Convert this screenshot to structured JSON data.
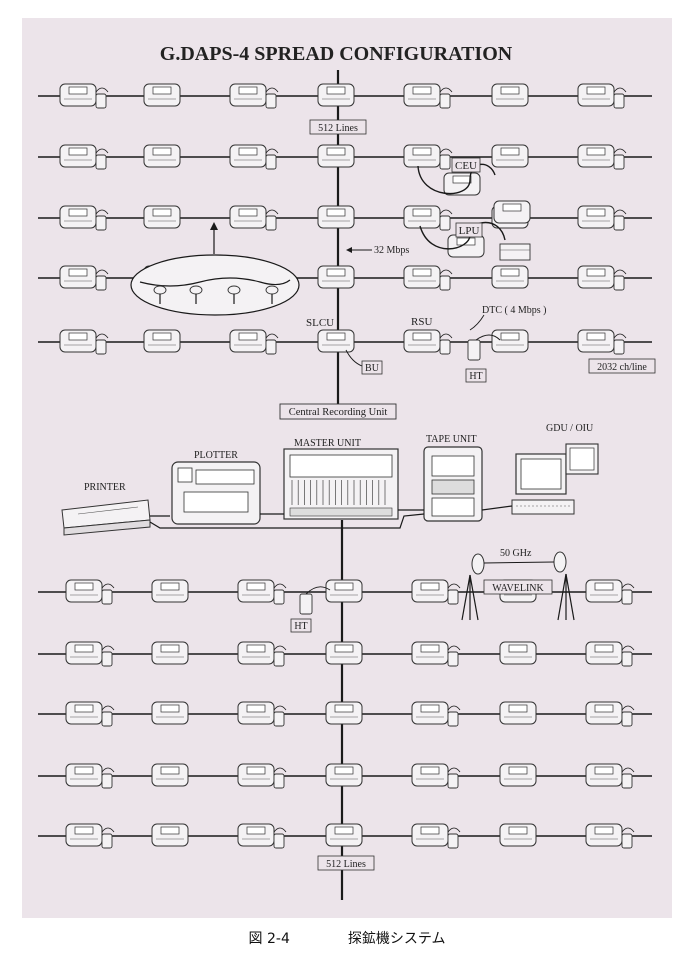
{
  "title": "G.DAPS-4  SPREAD CONFIGURATION",
  "labels": {
    "lines_top": "512 Lines",
    "lines_bottom": "512 Lines",
    "ceu": "CEU",
    "lpu": "LPU",
    "mbps32": "32 Mbps",
    "slcu": "SLCU",
    "rsu": "RSU",
    "dtc": "DTC ( 4 Mbps )",
    "bu": "BU",
    "ht_upper": "HT",
    "ch_line": "2032 ch/line",
    "central_recording": "Central Recording Unit",
    "printer": "PRINTER",
    "plotter": "PLOTTER",
    "master_unit": "MASTER UNIT",
    "tape_unit": "TAPE UNIT",
    "gdu_oiu": "GDU / OIU",
    "ghz50": "50 GHz",
    "wavelink": "WAVELINK",
    "ht_lower": "HT"
  },
  "caption": {
    "figure": "図 2-4",
    "text": "探鉱機システム"
  },
  "colors": {
    "background": "#ece4ea",
    "line": "#1a1a1a",
    "unit_fill": "#f4f2f4"
  }
}
